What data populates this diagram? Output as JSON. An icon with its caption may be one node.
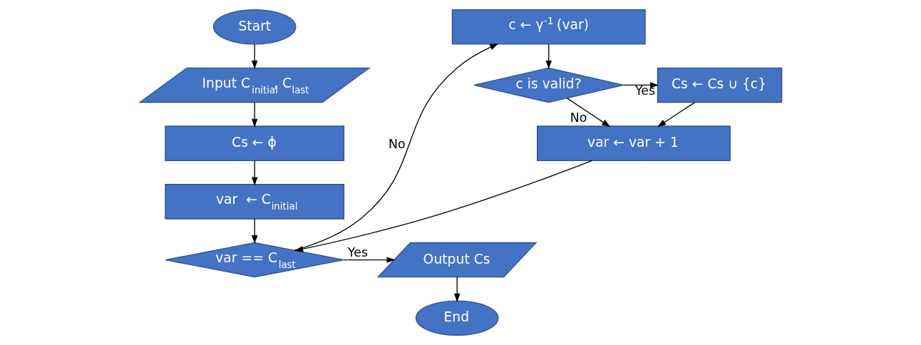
{
  "diagram": {
    "nodes": [
      {
        "text": [
          "Start"
        ]
      },
      {
        "text": [
          "Input C$_{initial}$, C$_{last}$"
        ]
      },
      {
        "text": [
          "Cs ← ϕ"
        ]
      },
      {
        "text": [
          "var  ← C$_{initial}$"
        ]
      },
      {
        "text": [
          "var == C$_{last}$"
        ]
      },
      {
        "text": [
          "Output Cs"
        ]
      },
      {
        "text": [
          "End"
        ]
      },
      {
        "text": [
          "c ← γ$^{-1}$ (var)"
        ]
      },
      {
        "text": [
          "c is valid?"
        ]
      },
      {
        "text": [
          "Cs ← Cs ∪ {c}"
        ]
      },
      {
        "text": [
          "var ← var + 1"
        ]
      }
    ],
    "edges": [
      {
        "from": 0,
        "to": 1,
        "arrow": "to"
      },
      {
        "from": 1,
        "to": 2,
        "arrow": "to"
      },
      {
        "from": 2,
        "to": 3,
        "arrow": "to"
      },
      {
        "from": 3,
        "to": 4,
        "arrow": "to"
      },
      {
        "from": 4,
        "to": 5,
        "arrow": "to",
        "label": "Yes"
      },
      {
        "from": 5,
        "to": 6,
        "arrow": "to"
      },
      {
        "from": 4,
        "to": 7,
        "arrow": "to",
        "label": "No"
      },
      {
        "from": 7,
        "to": 8,
        "arrow": "to"
      },
      {
        "from": 8,
        "to": 9,
        "arrow": "to",
        "label": "Yes"
      },
      {
        "from": 8,
        "to": 10,
        "arrow": "to",
        "label": "No"
      },
      {
        "from": 9,
        "to": 10,
        "arrow": "to"
      },
      {
        "from": 10,
        "to": 4,
        "arrow": "to"
      }
    ]
  }
}
